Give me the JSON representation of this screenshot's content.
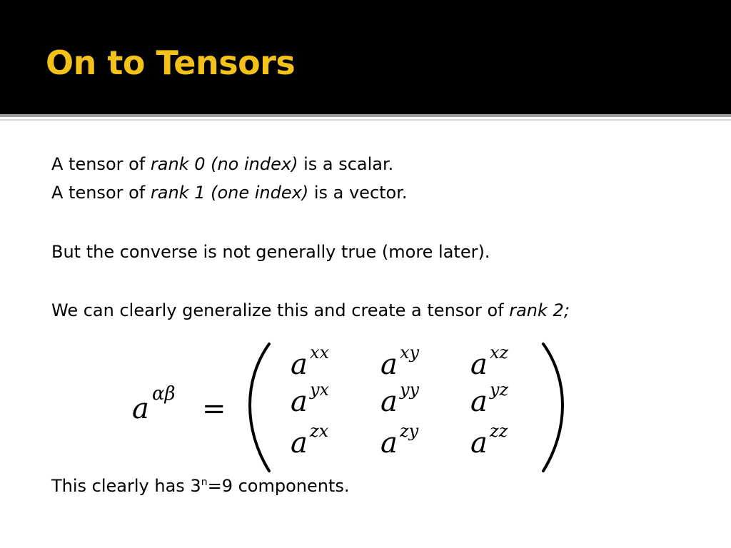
{
  "slide": {
    "title": "On to Tensors",
    "line1": {
      "before": "A tensor of ",
      "italic": "rank 0 (no index)",
      "after": " is a scalar."
    },
    "line2": {
      "before": "A tensor of ",
      "italic": "rank 1 (one index)",
      "after": " is a vector."
    },
    "line3": "But the converse is not generally true (more later).",
    "line4": {
      "before": "We can clearly generalize this and create a tensor of ",
      "italic": "rank 2;"
    },
    "line5": {
      "before": "This clearly has 3",
      "superscript": "n",
      "after": "=9 components."
    }
  },
  "equation": {
    "lhs_base": "a",
    "lhs_superscript": "αβ",
    "equals": "=",
    "matrix_base": "a",
    "matrix": [
      [
        "xx",
        "xy",
        "xz"
      ],
      [
        "yx",
        "yy",
        "yz"
      ],
      [
        "zx",
        "zy",
        "zz"
      ]
    ]
  },
  "colors": {
    "header_background": "#000000",
    "title_color": "#f2c21b",
    "text_color": "#000000"
  }
}
